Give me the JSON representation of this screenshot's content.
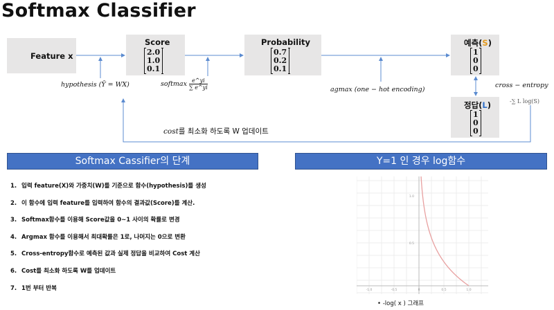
{
  "title": "Softmax Classifier",
  "diagram": {
    "feature_box": "Feature x",
    "score_box": "Score",
    "score_vector": [
      "2.0",
      "1.0",
      "0.1"
    ],
    "probability_box": "Probability",
    "probability_vector": [
      "0.7",
      "0.2",
      "0.1"
    ],
    "predict_box_prefix": "예측(",
    "predict_box_symbol": "S",
    "predict_box_suffix": ")",
    "predict_vector": [
      "1",
      "0",
      "0"
    ],
    "answer_box_prefix": "정답(",
    "answer_box_symbol": "L",
    "answer_box_suffix": ")",
    "answer_vector": [
      "1",
      "0",
      "0"
    ],
    "hypothesis_label": "hypothesis (Ȳ = WX)",
    "softmax_label": "softmax",
    "softmax_numerator": "e^yi",
    "softmax_denominator": "∑ e^yi",
    "argmax_label": "agmax (one − hot encoding)",
    "cross_entropy_label": "cross − entropy",
    "cross_entropy_formula": "-∑ L log(S)",
    "update_label_cost": "cost",
    "update_label_rest": "를 최소화 하도록 W 업데이트"
  },
  "left_panel": {
    "banner": "Softmax Cassifier의 단계",
    "steps": [
      {
        "num": "1.",
        "text": "입력 feature(X)와 가중치(W)를 기준으로 함수(hypothesis)를 생성"
      },
      {
        "num": "2.",
        "text": "이 함수에 입력 feature를 입력하여 함수의 결과값(Score)를 계산."
      },
      {
        "num": "3.",
        "text": "Softmax함수를 이용해 Score값을 0~1 사이의 확률로 변경"
      },
      {
        "num": "4.",
        "text": "Argmax 함수를 이용해서 최대확률은 1로, 나머지는 0으로 변환"
      },
      {
        "num": "5.",
        "text": "Cross-entropy함수로 예측된 값과 실제 정답을 비교하여 Cost 계산"
      },
      {
        "num": "6.",
        "text": "Cost를 최소화 하도록 W를 업데이트"
      },
      {
        "num": "7.",
        "text": "1번 부터 반복"
      }
    ]
  },
  "right_panel": {
    "banner": "Y=1 인 경우 log함수",
    "caption": "-log( x ) 그래프",
    "y_tick_labels": [
      "1.0",
      "0.5"
    ],
    "x_tick_labels": [
      "-1.0",
      "-0.5",
      "0",
      "0.5",
      "1.0"
    ],
    "curve_function": "-log(x)",
    "colors": {
      "curve": "#e8a0a0",
      "banner": "#4472c4"
    }
  }
}
